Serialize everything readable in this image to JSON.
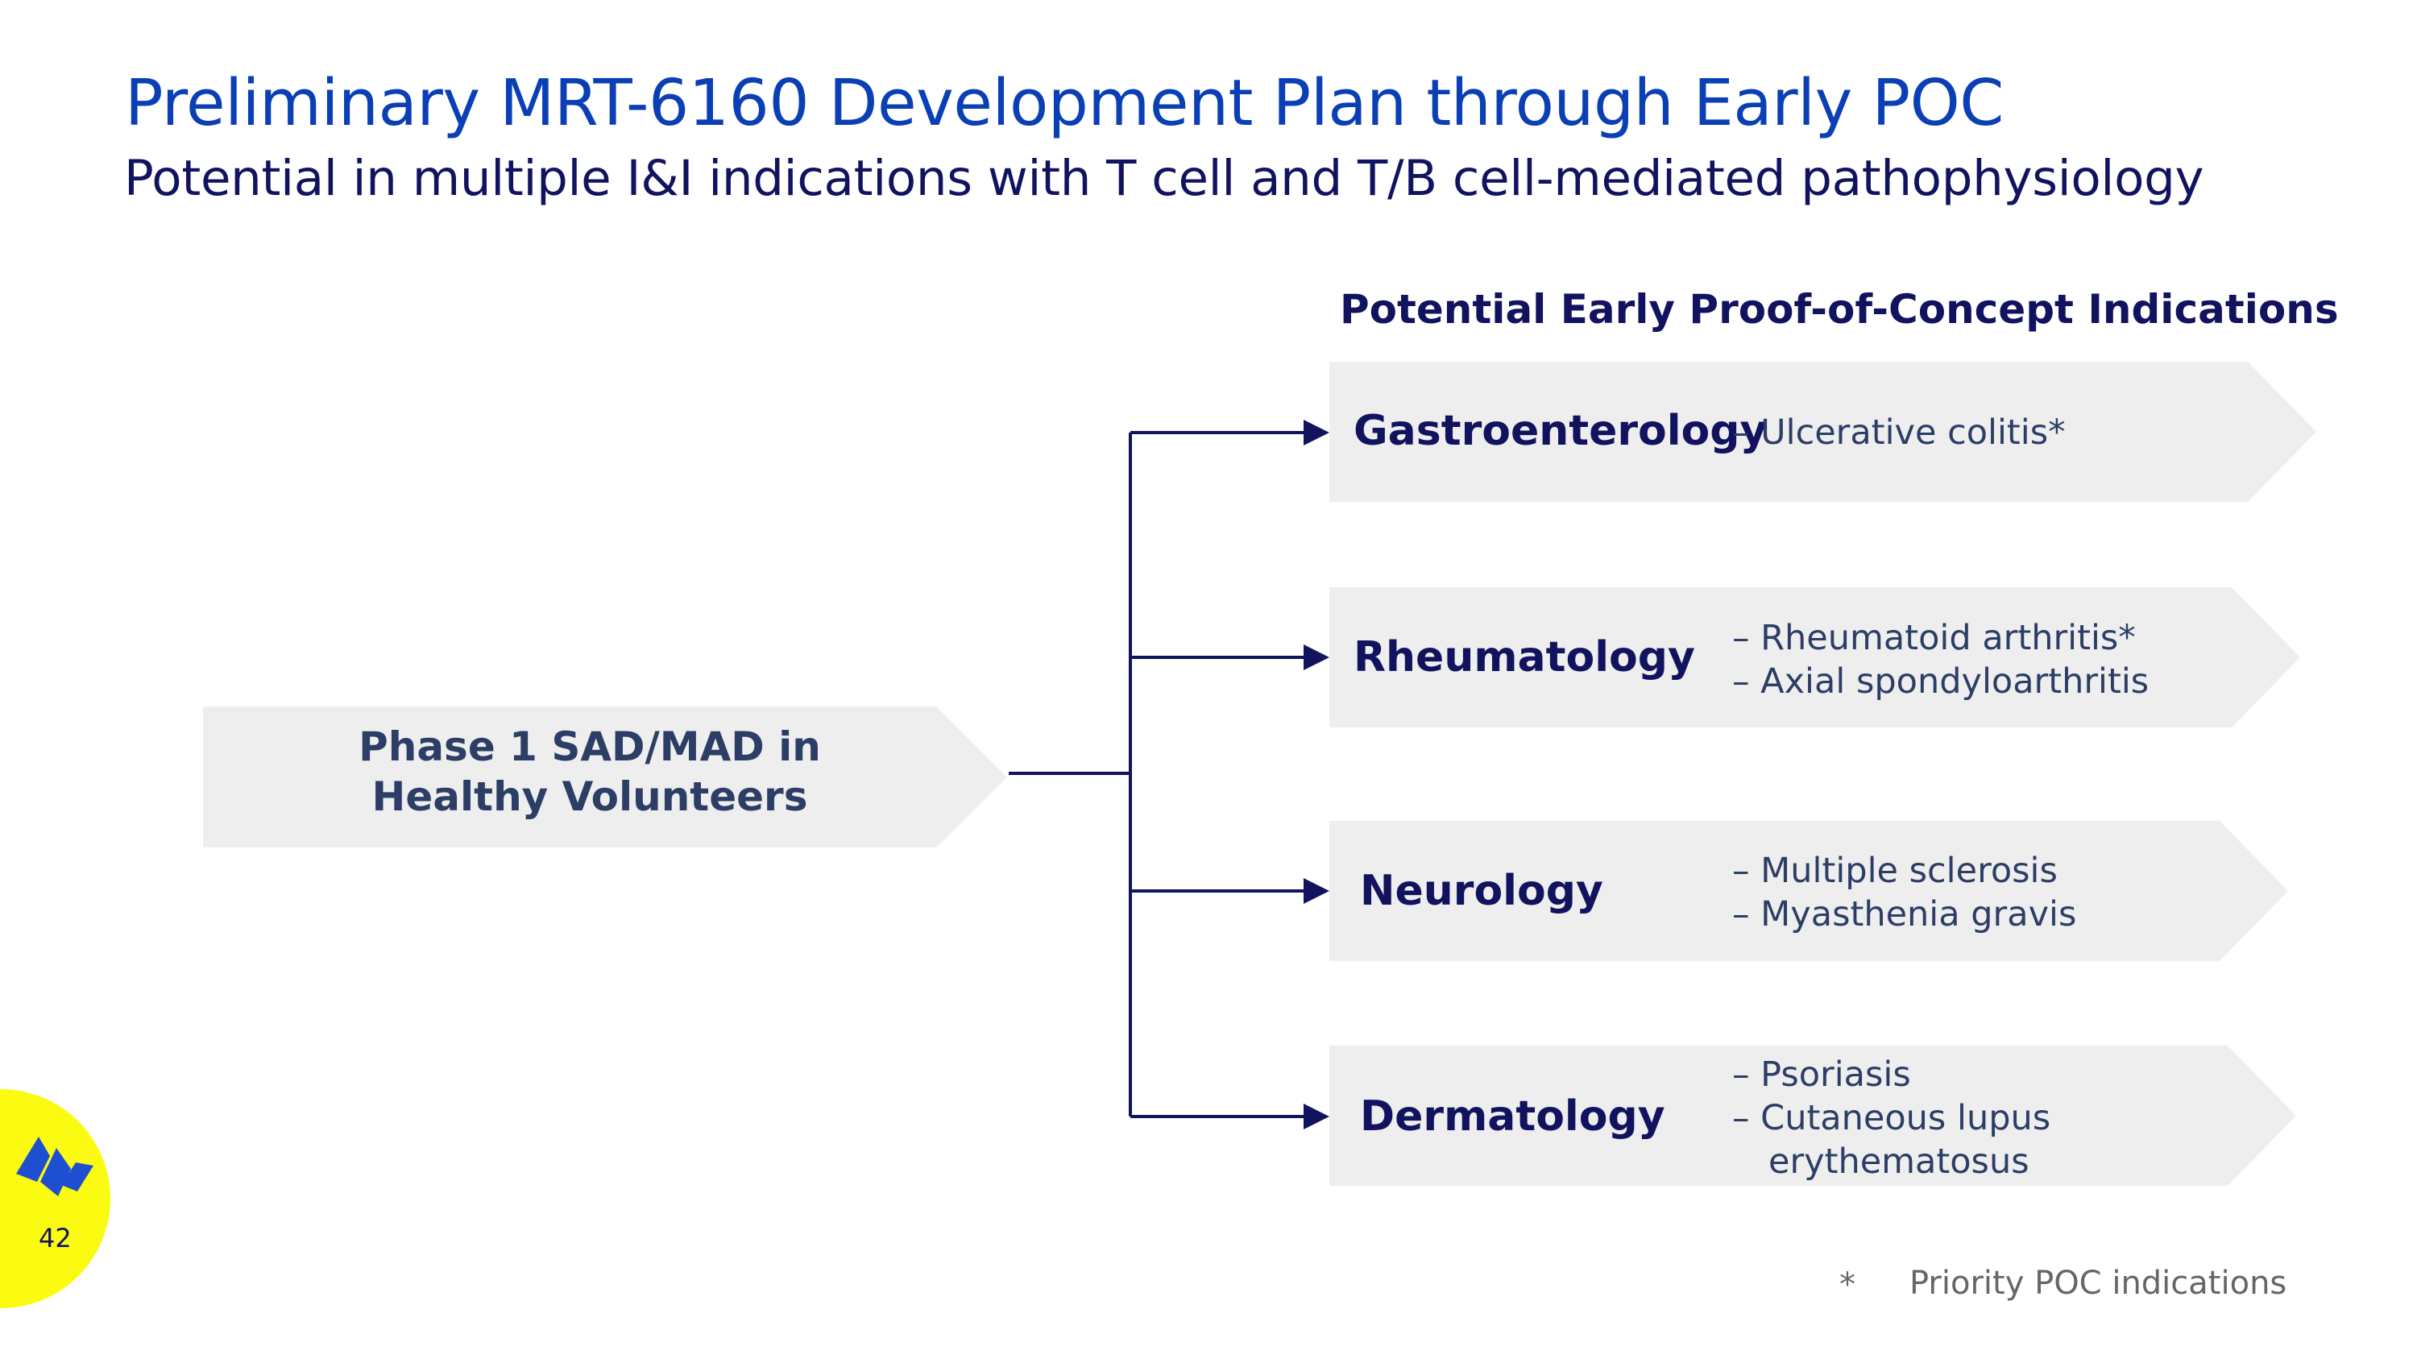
{
  "title": "Preliminary MRT-6160 Development Plan through Early POC",
  "subtitle": "Potential in multiple I&I indications with T cell and T/B cell-mediated pathophysiology",
  "section_heading": "Potential Early Proof-of-Concept Indications",
  "phase_box": {
    "line1": "Phase 1 SAD/MAD in",
    "line2": "Healthy Volunteers"
  },
  "indications": [
    {
      "category": "Gastroenterology",
      "items": [
        "– Ulcerative colitis*"
      ]
    },
    {
      "category": "Rheumatology",
      "items": [
        "– Rheumatoid arthritis*",
        "– Axial spondyloarthritis"
      ]
    },
    {
      "category": "Neurology",
      "items": [
        "– Multiple sclerosis",
        "– Myasthenia gravis"
      ]
    },
    {
      "category": "Dermatology",
      "items": [
        "– Psoriasis",
        "– Cutaneous lupus",
        "  erythematosus"
      ]
    }
  ],
  "footnote": {
    "symbol": "*",
    "text": "Priority POC indications"
  },
  "page_number": "42",
  "colors": {
    "title_blue": "#0a3fb5",
    "navy": "#11135f",
    "box_gray": "#eeeeee",
    "badge_yellow": "#fbfb12",
    "logo_blue": "#1f4fd1"
  },
  "icons": [
    "company-logo-icon",
    "arrow-icon"
  ]
}
